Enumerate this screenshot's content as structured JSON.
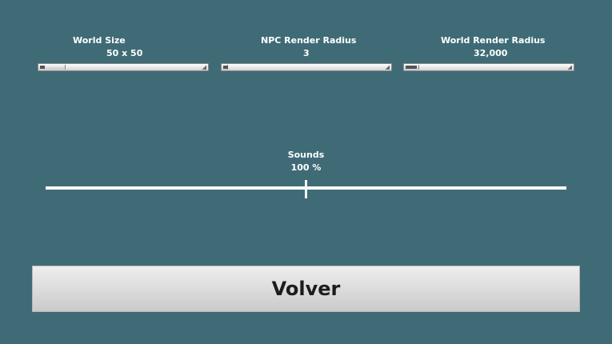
{
  "settings": {
    "world_size": {
      "label": "World Size",
      "value": "50 x 50",
      "level": 0.15
    },
    "npc_render_radius": {
      "label": "NPC Render Radius",
      "value": "3",
      "level": 0.03
    },
    "world_render_radius": {
      "label": "World Render Radius",
      "value": "32,000",
      "level": 0.08
    }
  },
  "sounds": {
    "label": "Sounds",
    "value": "100 %",
    "level": 0.5
  },
  "back_button": {
    "label": "Volver"
  },
  "colors": {
    "background": "#3f6b77",
    "text": "#ffffff",
    "button": "#dcdcdc",
    "button_text": "#1c1c1c"
  }
}
